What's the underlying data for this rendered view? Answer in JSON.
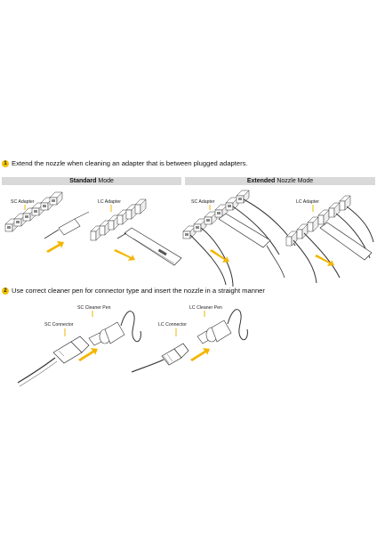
{
  "steps": [
    {
      "num": "1",
      "text": "Extend the nozzle when cleaning an adapter that is between plugged adapters."
    },
    {
      "num": "2",
      "text": "Use correct cleaner pen for connector type and insert the nozzle in a straight manner"
    }
  ],
  "modes": {
    "standard": {
      "bold": "Standard",
      "rest": "Mode"
    },
    "extended": {
      "bold": "Extended",
      "rest": "Nozzle Mode"
    }
  },
  "labels": {
    "sc_adapter_1": "SC Adapter",
    "lc_adapter_1": "LC Adapter",
    "sc_adapter_2": "SC Adapter",
    "lc_adapter_2": "LC Adapter",
    "sc_cleaner_pen": "SC Cleaner Pen",
    "sc_connector": "SC Connector",
    "lc_cleaner_pen": "LC Cleaner Pen",
    "lc_connector": "LC Connector"
  },
  "colors": {
    "accent": "#f2c200",
    "arrow": "#f2b600",
    "line": "#333333",
    "bar": "#d9d9d9"
  }
}
